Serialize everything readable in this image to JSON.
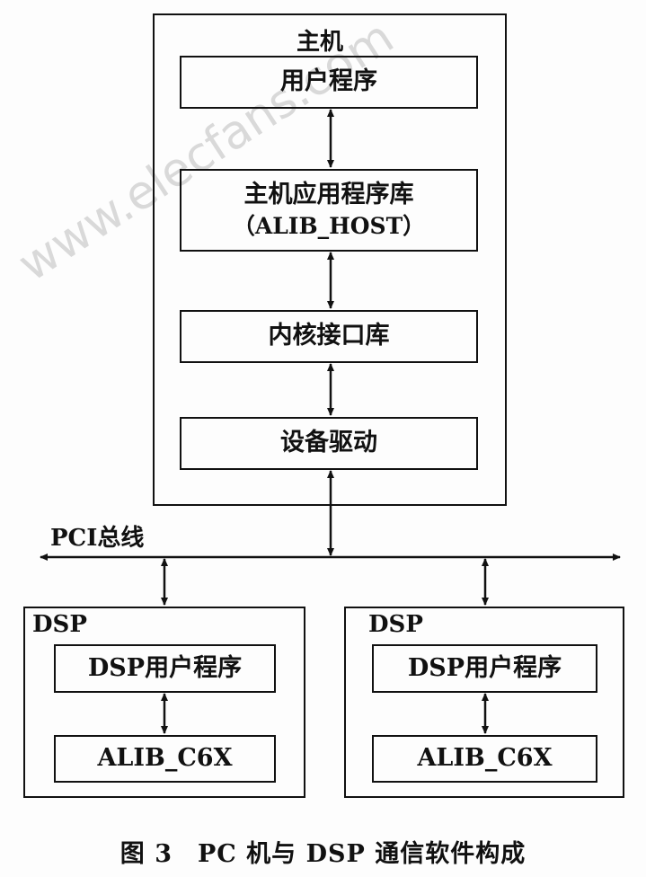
{
  "host": {
    "title": "主机",
    "user_program": "用户程序",
    "app_lib_line1": "主机应用程序库",
    "app_lib_line2": "（ALIB_HOST）",
    "kernel_lib": "内核接口库",
    "device_driver": "设备驱动"
  },
  "bus": {
    "label": "PCI总线"
  },
  "dsp_nodes": [
    {
      "title": "DSP",
      "user_program": "DSP用户程序",
      "lib": "ALIB_C6X"
    },
    {
      "title": "DSP",
      "user_program": "DSP用户程序",
      "lib": "ALIB_C6X"
    }
  ],
  "caption": "图 3　PC 机与 DSP 通信软件构成",
  "watermark": "www.elecfans.com"
}
